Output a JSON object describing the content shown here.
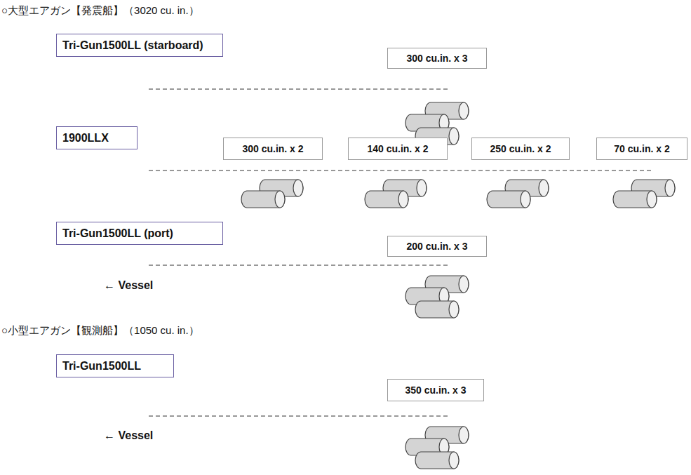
{
  "diagram": {
    "nodes": [
      {
        "text": [
          "Tri-Gun1500LL (starboard)"
        ]
      },
      {
        "text": [
          "300 cu.in. x 3"
        ]
      },
      {
        "text": [
          "1900LLX"
        ]
      },
      {
        "text": [
          "300 cu.in. x 2"
        ]
      },
      {
        "text": [
          "140 cu.in. x 2"
        ]
      },
      {
        "text": [
          "250 cu.in. x 2"
        ]
      },
      {
        "text": [
          "70 cu.in. x 2"
        ]
      },
      {
        "text": [
          "Tri-Gun1500LL (port)"
        ]
      },
      {
        "text": [
          "200 cu.in. x 3"
        ]
      },
      {
        "text": [
          "Tri-Gun1500LL"
        ]
      },
      {
        "text": [
          "350 cu.in. x 3"
        ]
      }
    ],
    "labels": [
      "○大型エアガン【発震船】（3020 cu. in.）",
      "← Vessel",
      "○小型エアガン【観測船】（1050 cu. in.）",
      "← Vessel"
    ]
  }
}
